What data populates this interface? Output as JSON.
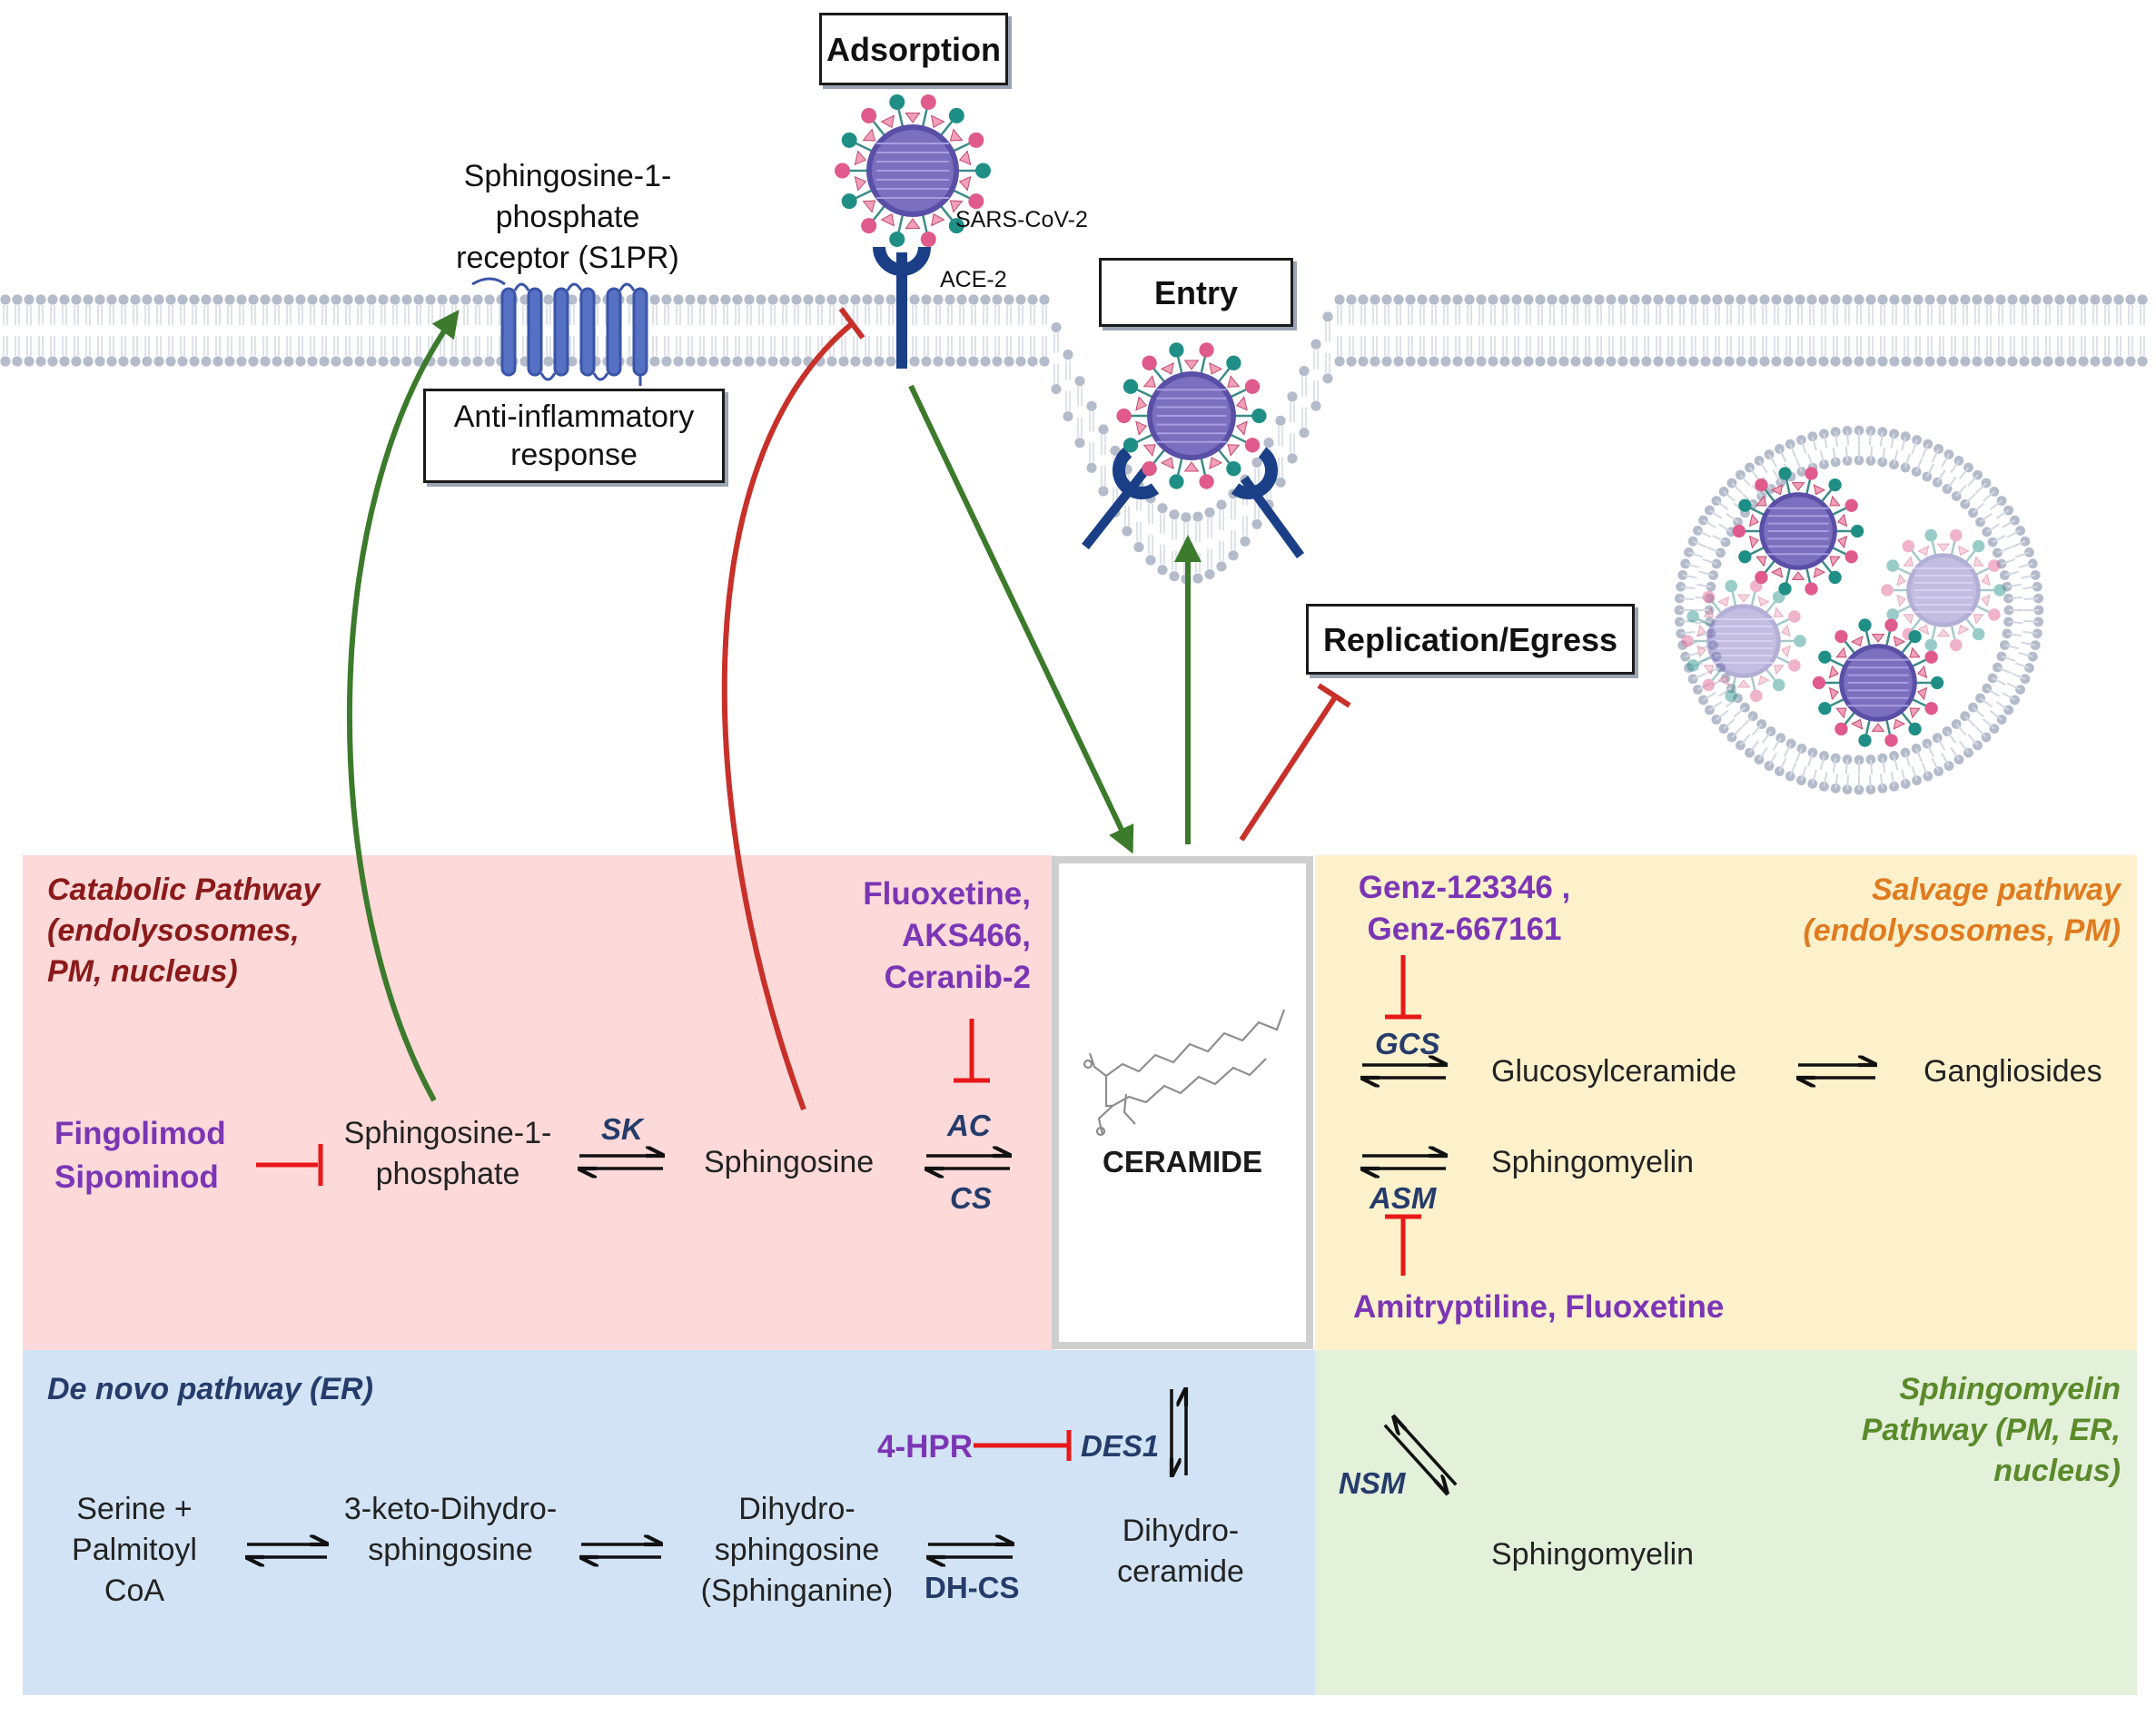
{
  "stages": {
    "adsorption": "Adsorption",
    "entry": "Entry",
    "replication": "Replication/Egress",
    "anti_inflammatory": "Anti-inflammatory response"
  },
  "labels": {
    "s1pr": "Sphingosine-1-phosphate receptor (S1PR)",
    "sars": "SARS-CoV-2",
    "ace2": "ACE-2",
    "ceramide": "CERAMIDE"
  },
  "panels": {
    "catabolic": {
      "title": "Catabolic Pathway (endolysosomes, PM, nucleus)",
      "color": "#8b1a1a",
      "bg": "#fdd9d9"
    },
    "salvage": {
      "title": "Salvage pathway (endolysosomes, PM)",
      "color": "#e07b1f",
      "bg": "#fdf1cc"
    },
    "denovo": {
      "title": "De novo pathway (ER)",
      "color": "#253c6b",
      "bg": "#d2e3f5"
    },
    "sphingomyelin": {
      "title": "Sphingomyelin Pathway (PM, ER, nucleus)",
      "color": "#5a8a2a",
      "bg": "#e3f0da"
    }
  },
  "drugs": {
    "fingolimod": "Fingolimod",
    "sipominod": "Sipominod",
    "fluoxetine_group": "Fluoxetine, AKS466, Ceranib-2",
    "genz": "Genz-123346 , Genz-667161",
    "amitryptiline": "Amitryptiline, Fluoxetine",
    "hpr": "4-HPR"
  },
  "enzymes": {
    "sk": "SK",
    "ac": "AC",
    "cs": "CS",
    "gcs": "GCS",
    "asm": "ASM",
    "des1": "DES1",
    "dhcs": "DH-CS",
    "nsm": "NSM"
  },
  "metabolites": {
    "s1p": "Sphingosine-1-phosphate",
    "sphingosine": "Sphingosine",
    "glucosylceramide": "Glucosylceramide",
    "gangliosides": "Gangliosides",
    "sphingomyelin_salvage": "Sphingomyelin",
    "serine": "Serine + Palmitoyl CoA",
    "keto": "3-keto-Dihydro-sphingosine",
    "dihydrosphingosine": "Dihydro-sphingosine (Sphinganine)",
    "dihydroceramide": "Dihydro-ceramide",
    "sphingomyelin_pathway": "Sphingomyelin"
  },
  "colors": {
    "activate": "#3c7a2c",
    "inhibit": "#c8302a",
    "inhibit_bright": "#e81818",
    "membrane_bead": "#b4bccb",
    "receptor": "#5671c4",
    "ace2": "#1b3f86",
    "virus_core": "#7c6fc0",
    "spike_teal": "#1f8f86",
    "spike_pink": "#e05a8c"
  }
}
